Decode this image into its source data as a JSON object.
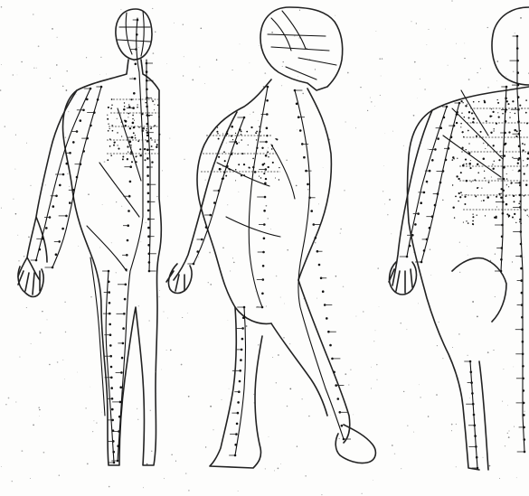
{
  "figures": [
    {
      "name": "figure-back-view-left",
      "view": "posterior"
    },
    {
      "name": "figure-side-view-center",
      "view": "lateral"
    },
    {
      "name": "figure-back-view-right",
      "view": "posterior"
    }
  ],
  "colors": {
    "ink": "#111111",
    "paper": "#fdfdfc"
  }
}
